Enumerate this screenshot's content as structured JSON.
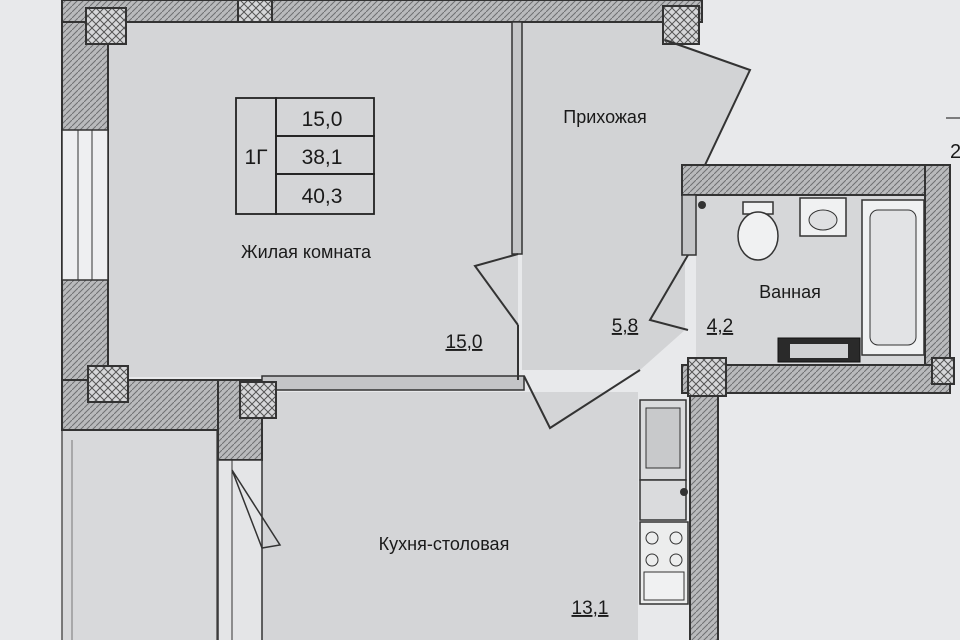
{
  "apartment": {
    "type": "1Г",
    "living_area": "15,0",
    "total_area": "38,1",
    "total_area_with_balcony": "40,3"
  },
  "rooms": {
    "living": {
      "name": "Жилая комната",
      "area": "15,0"
    },
    "hall": {
      "name": "Прихожая",
      "area": "5,8"
    },
    "bath": {
      "name": "Ванная",
      "area": "4,2"
    },
    "kitchen": {
      "name": "Кухня-столовая",
      "area": "13,1"
    }
  },
  "cut_off_text": "2"
}
